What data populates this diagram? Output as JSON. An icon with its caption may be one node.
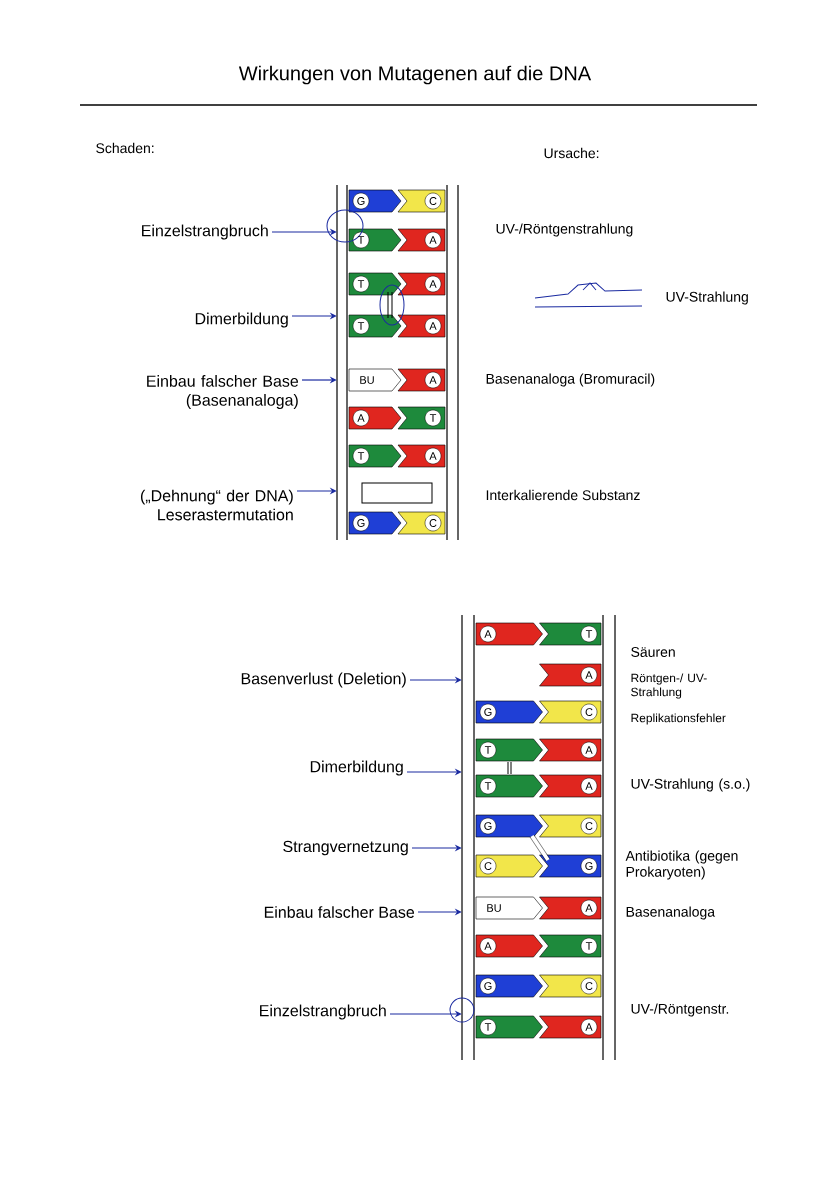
{
  "diagram": {
    "title": "Wirkungen von Mutagenen auf die DNA",
    "nodes": [
      {
        "text": [
          "Einzelstrangbruch"
        ]
      },
      {
        "text": [
          "Dimerbildung"
        ]
      },
      {
        "text": [
          "Einbau falscher Base (Basenanaloga)"
        ]
      },
      {
        "text": [
          "(„Dehnung“ der DNA) Leserastermutation"
        ]
      },
      {
        "text": [
          "Basenverlust (Deletion)"
        ]
      },
      {
        "text": [
          "Dimerbildung"
        ]
      },
      {
        "text": [
          "Strangvernetzung"
        ]
      },
      {
        "text": [
          "Einbau falscher Base"
        ]
      },
      {
        "text": [
          "Einzelstrangbruch"
        ]
      },
      {
        "text": [],
        "shape": "picture"
      },
      {
        "text": [],
        "shape": "picture"
      }
    ],
    "edges": [
      {
        "from": 0,
        "to": 9,
        "arrow": "to"
      },
      {
        "from": 1,
        "to": 9,
        "arrow": "to"
      },
      {
        "from": 2,
        "to": 9,
        "arrow": "to"
      },
      {
        "from": 3,
        "to": 9,
        "arrow": "to"
      },
      {
        "from": 4,
        "to": 10,
        "arrow": "to"
      },
      {
        "from": 5,
        "to": 10,
        "arrow": "to"
      },
      {
        "from": 6,
        "to": 10,
        "arrow": "to"
      },
      {
        "from": 7,
        "to": 10,
        "arrow": "to"
      },
      {
        "from": 8,
        "to": 10,
        "arrow": "to"
      }
    ],
    "labels": [
      "Schaden:",
      "Ursache:",
      "G",
      "C",
      "T",
      "A",
      "T",
      "A",
      "T",
      "A",
      "BU",
      "A",
      "A",
      "T",
      "T",
      "A",
      "G",
      "C",
      "UV-/Röntgenstrahlung",
      "UV-Strahlung",
      "Basenanaloga (Bromuracil)",
      "Interkalierende Substanz",
      "A",
      "T",
      "A",
      "G",
      "C",
      "T",
      "A",
      "T",
      "A",
      "G",
      "C",
      "C",
      "G",
      "BU",
      "A",
      "A",
      "T",
      "G",
      "C",
      "T",
      "A",
      "Säuren",
      "Röntgen-/ UV-Strahlung",
      "Replikationsfehler",
      "UV-Strahlung (s.o.)",
      "Antibiotika (gegen Prokaryoten)",
      "Basenanaloga",
      "UV-/Röntgenstr."
    ]
  }
}
